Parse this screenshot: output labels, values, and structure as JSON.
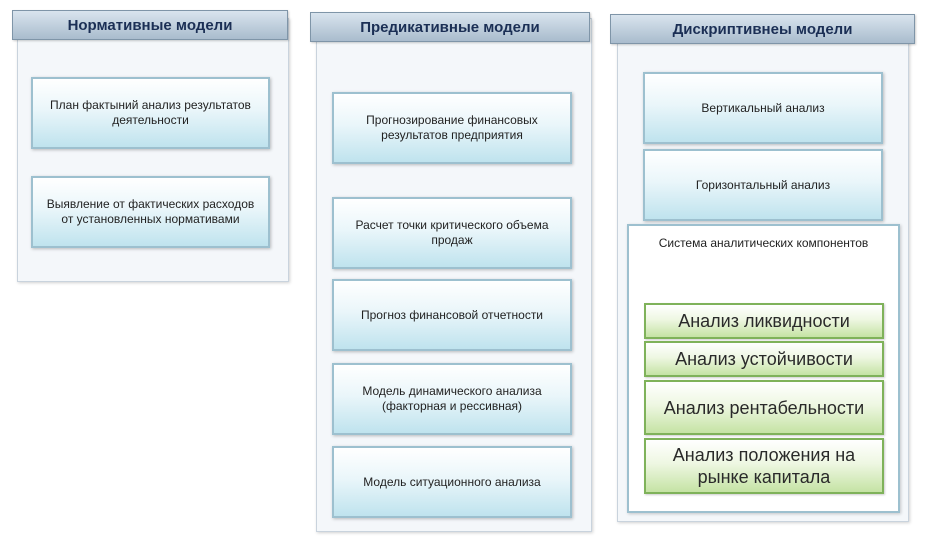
{
  "columns": [
    {
      "title": "Нормативные модели",
      "boxes": [
        "План фактыний анализ результатов деятельности",
        "Выявление от фактических расходов от установленных нормативами"
      ]
    },
    {
      "title": "Предикативные модели",
      "boxes": [
        "Прогнозирование финансовых результатов предприятия",
        "Расчет точки критического объема продаж",
        "Прогноз финансовой отчетности",
        "Модель динамического анализа (факторная и рессивная)",
        "Модель ситуационного анализа"
      ]
    },
    {
      "title": "Дискриптивнеы модели",
      "boxes": [
        "Вертикальный анализ",
        "Горизонтальный анализ"
      ],
      "system": {
        "title": "Система аналитических компонентов",
        "items": [
          "Анализ ликвидности",
          "Анализ устойчивости",
          "Анализ рентабельности",
          "Анализ положения на рынке капитала"
        ]
      }
    }
  ]
}
